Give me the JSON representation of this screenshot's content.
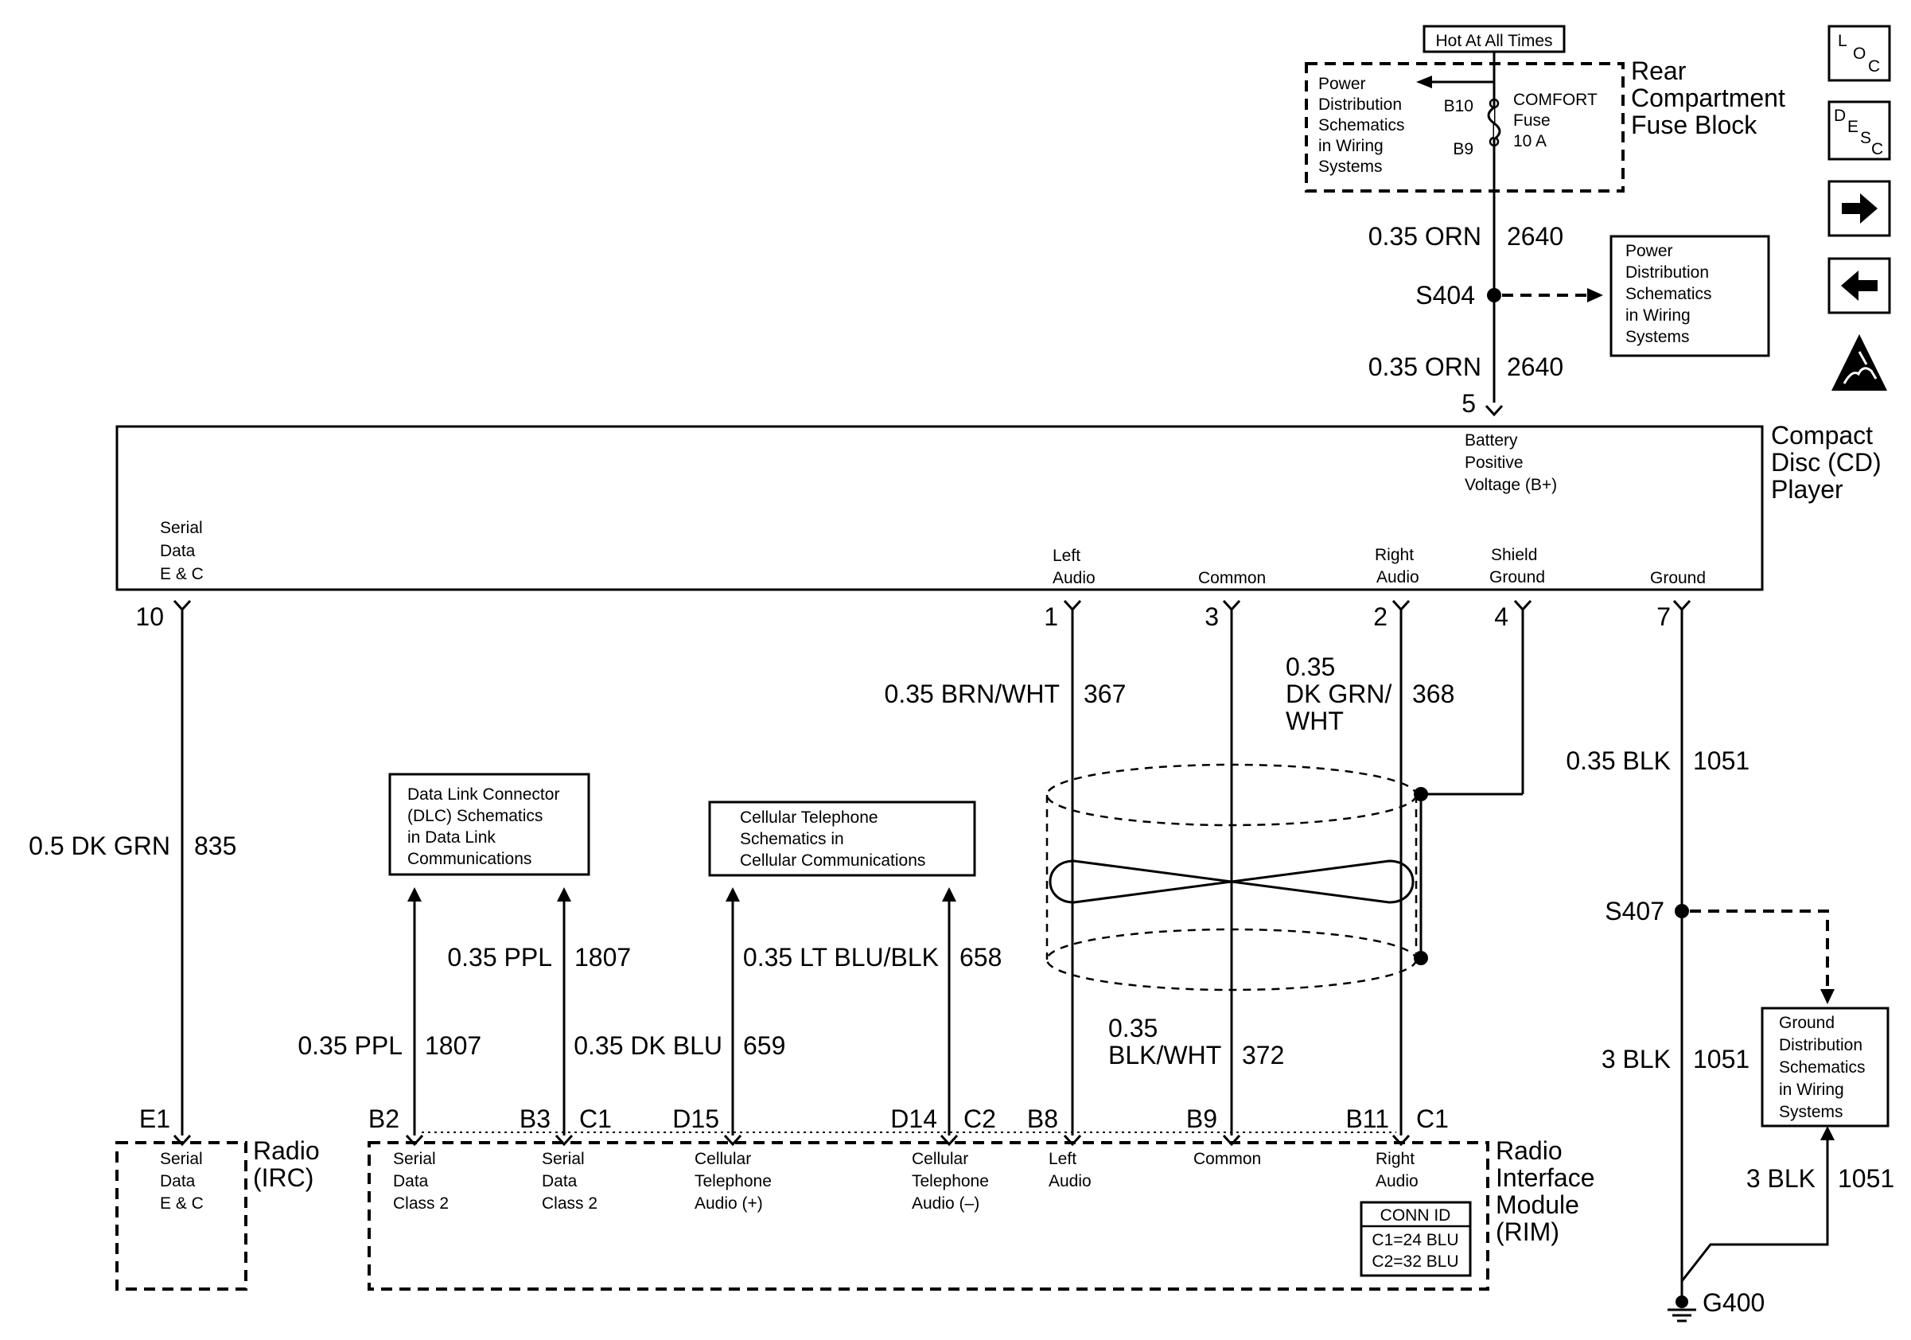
{
  "power": {
    "hot_label": "Hot At All Times",
    "fuse_block": {
      "title": [
        "Rear",
        "Compartment",
        "Fuse Block"
      ],
      "ref_text": [
        "Power",
        "Distribution",
        "Schematics",
        "in Wiring",
        "Systems"
      ],
      "pin_top": "B10",
      "pin_bottom": "B9",
      "fuse_label": [
        "COMFORT",
        "Fuse",
        "10 A"
      ]
    },
    "wire_top": {
      "gauge_color": "0.35 ORN",
      "circuit": "2640"
    },
    "splice": "S404",
    "splice_ref": [
      "Power",
      "Distribution",
      "Schematics",
      "in Wiring",
      "Systems"
    ],
    "wire_bottom": {
      "gauge_color": "0.35 ORN",
      "circuit": "2640"
    },
    "pin": "5"
  },
  "cd_player": {
    "title": [
      "Compact",
      "Disc (CD)",
      "Player"
    ],
    "b_plus_label": [
      "Battery",
      "Positive",
      "Voltage (B+)"
    ],
    "terminals": {
      "serial": {
        "label": [
          "Serial",
          "Data",
          "E & C"
        ],
        "pin": "10"
      },
      "left": {
        "label": [
          "Left",
          "Audio"
        ],
        "pin": "1"
      },
      "common": {
        "label": [
          "Common"
        ],
        "pin": "3"
      },
      "right": {
        "label": [
          "Right",
          "Audio"
        ],
        "pin": "2"
      },
      "shield": {
        "label": [
          "Shield",
          "Ground"
        ],
        "pin": "4"
      },
      "ground": {
        "label": [
          "Ground"
        ],
        "pin": "7"
      }
    }
  },
  "wires": {
    "serial": {
      "gauge_color": "0.5 DK GRN",
      "circuit": "835"
    },
    "left_audio": {
      "gauge_color": "0.35 BRN/WHT",
      "circuit": "367"
    },
    "right_audio": {
      "gauge_color": [
        "0.35",
        "DK GRN/",
        "WHT"
      ],
      "circuit": "368"
    },
    "common": {
      "gauge_color": [
        "0.35",
        "BLK/WHT"
      ],
      "circuit": "372"
    },
    "ground_top": {
      "gauge_color": "0.35 BLK",
      "circuit": "1051"
    },
    "ground_splice": "S407",
    "ground_mid": {
      "gauge_color": "3 BLK",
      "circuit": "1051"
    },
    "ground_right": {
      "gauge_color": "3 BLK",
      "circuit": "1051"
    },
    "ground_point": "G400",
    "dlc_b2": {
      "gauge_color": "0.35 PPL",
      "circuit": "1807"
    },
    "dlc_b3": {
      "gauge_color": "0.35 PPL",
      "circuit": "1807"
    },
    "cell_d15": {
      "gauge_color": "0.35 DK BLU",
      "circuit": "659"
    },
    "cell_d14": {
      "gauge_color": "0.35 LT BLU/BLK",
      "circuit": "658"
    }
  },
  "refs": {
    "dlc": [
      "Data Link Connector",
      "(DLC) Schematics",
      "in Data Link",
      "Communications"
    ],
    "cellular": [
      "Cellular Telephone",
      "Schematics in",
      "Cellular Communications"
    ],
    "ground_dist": [
      "Ground",
      "Distribution",
      "Schematics",
      "in Wiring",
      "Systems"
    ]
  },
  "radio": {
    "title": [
      "Radio",
      "(IRC)"
    ],
    "pin": "E1",
    "label": [
      "Serial",
      "Data",
      "E & C"
    ]
  },
  "rim": {
    "title": [
      "Radio",
      "Interface",
      "Module",
      "(RIM)"
    ],
    "pins": [
      "B2",
      "B3",
      "C1",
      "D15",
      "D14",
      "C2",
      "B8",
      "B9",
      "B11",
      "C1"
    ],
    "labels": {
      "b2": [
        "Serial",
        "Data",
        "Class 2"
      ],
      "b3": [
        "Serial",
        "Data",
        "Class 2"
      ],
      "d15": [
        "Cellular",
        "Telephone",
        "Audio (+)"
      ],
      "d14": [
        "Cellular",
        "Telephone",
        "Audio (–)"
      ],
      "b8": [
        "Left",
        "Audio"
      ],
      "b9": [
        "Common"
      ],
      "b11": [
        "Right",
        "Audio"
      ]
    },
    "conn_id": [
      "CONN ID",
      "C1=24 BLU",
      "C2=32 BLU"
    ]
  },
  "side_icons": {
    "loc": [
      "L",
      "O",
      "C"
    ],
    "desc": [
      "D",
      "E",
      "S",
      "C"
    ],
    "icons": [
      "arrow-right-icon",
      "arrow-left-icon",
      "esd-warning-icon"
    ]
  }
}
